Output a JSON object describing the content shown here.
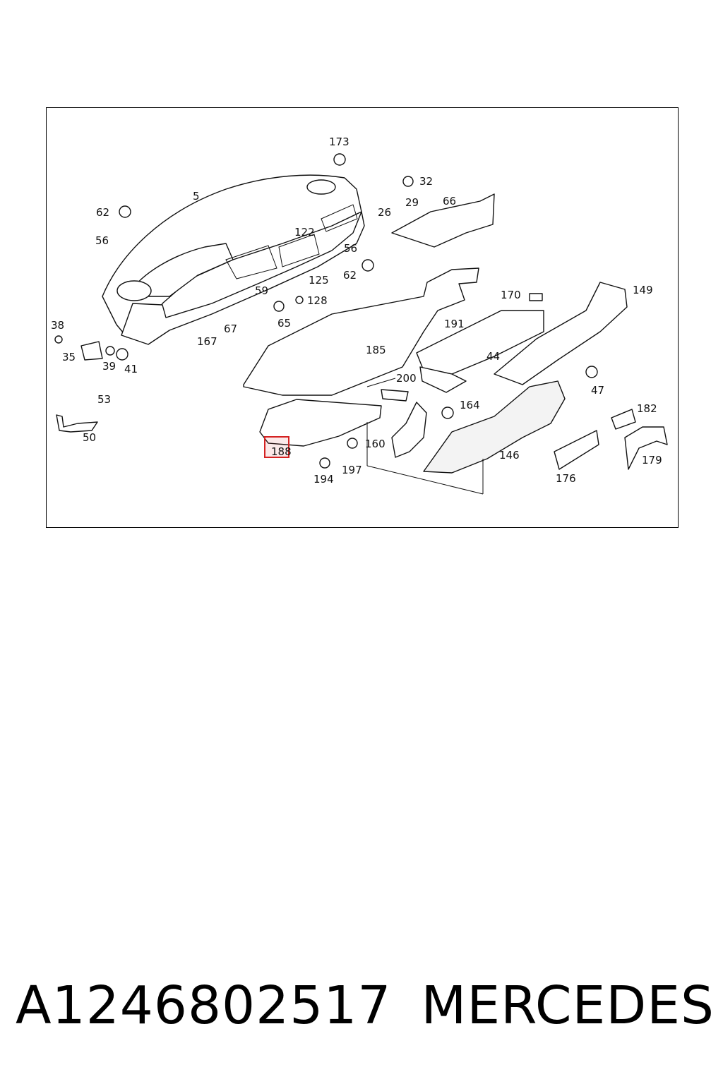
{
  "diagram": {
    "labels": {
      "l173": "173",
      "l32": "32",
      "l5": "5",
      "l62a": "62",
      "l26": "26",
      "l29": "29",
      "l66": "66",
      "l56a": "56",
      "l122": "122",
      "l56b": "56",
      "l62b": "62",
      "l125": "125",
      "l59": "59",
      "l128": "128",
      "l170": "170",
      "l149": "149",
      "l38": "38",
      "l65": "65",
      "l67": "67",
      "l191": "191",
      "l167": "167",
      "l35": "35",
      "l39": "39",
      "l41": "41",
      "l185": "185",
      "l44": "44",
      "l200": "200",
      "l47": "47",
      "l53": "53",
      "l164": "164",
      "l182": "182",
      "l50": "50",
      "l160": "160",
      "l188": "188",
      "l146": "146",
      "l197": "197",
      "l179": "179",
      "l194": "194",
      "l176": "176"
    },
    "highlighted_part": "188",
    "highlight_color": "#d42222"
  },
  "footer": {
    "part_number": "A1246802517",
    "brand": "MERCEDES"
  }
}
